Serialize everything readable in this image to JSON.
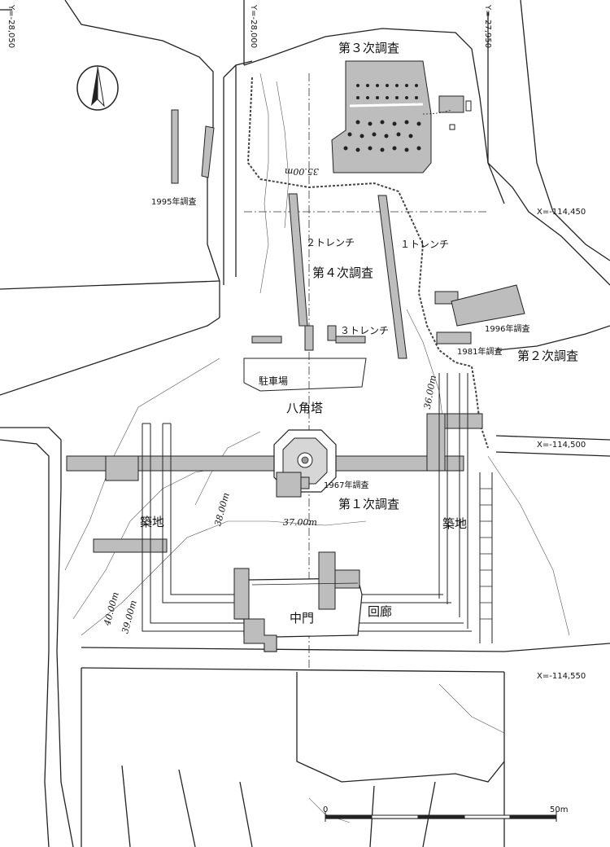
{
  "grid_labels": {
    "y_left": "Y=-28,050",
    "y_mid": "Y=-28,000",
    "y_right": "Y=-27,950",
    "x_top": "X=-114,450",
    "x_mid": "X=-114,500",
    "x_bottom": "X=-114,550"
  },
  "surveys": {
    "third": "第３次調査",
    "fourth": "第４次調査",
    "second": "第２次調査",
    "first": "第１次調査",
    "y1995": "1995年調査",
    "y1996": "1996年調査",
    "y1981": "1981年調査",
    "y1967": "1967年調査"
  },
  "trenches": {
    "t1": "１トレンチ",
    "t2": "２トレンチ",
    "t3": "３トレンチ"
  },
  "features": {
    "parking": "駐車場",
    "octagonal_pagoda": "八角塔",
    "wall_left": "築地",
    "wall_right": "築地",
    "middle_gate": "中門",
    "corridor": "回廊"
  },
  "contours": {
    "c35": "35.00m",
    "c36": "36.00m",
    "c37": "37.00m",
    "c38": "38.00m",
    "c39": "39.00m",
    "c40": "40.00m"
  },
  "scale_bar": {
    "start": "0",
    "end": "50m"
  },
  "icons": {
    "north": "north-arrow-icon"
  },
  "colors": {
    "excavation_fill": "#bdbdbd",
    "line": "#222222"
  }
}
